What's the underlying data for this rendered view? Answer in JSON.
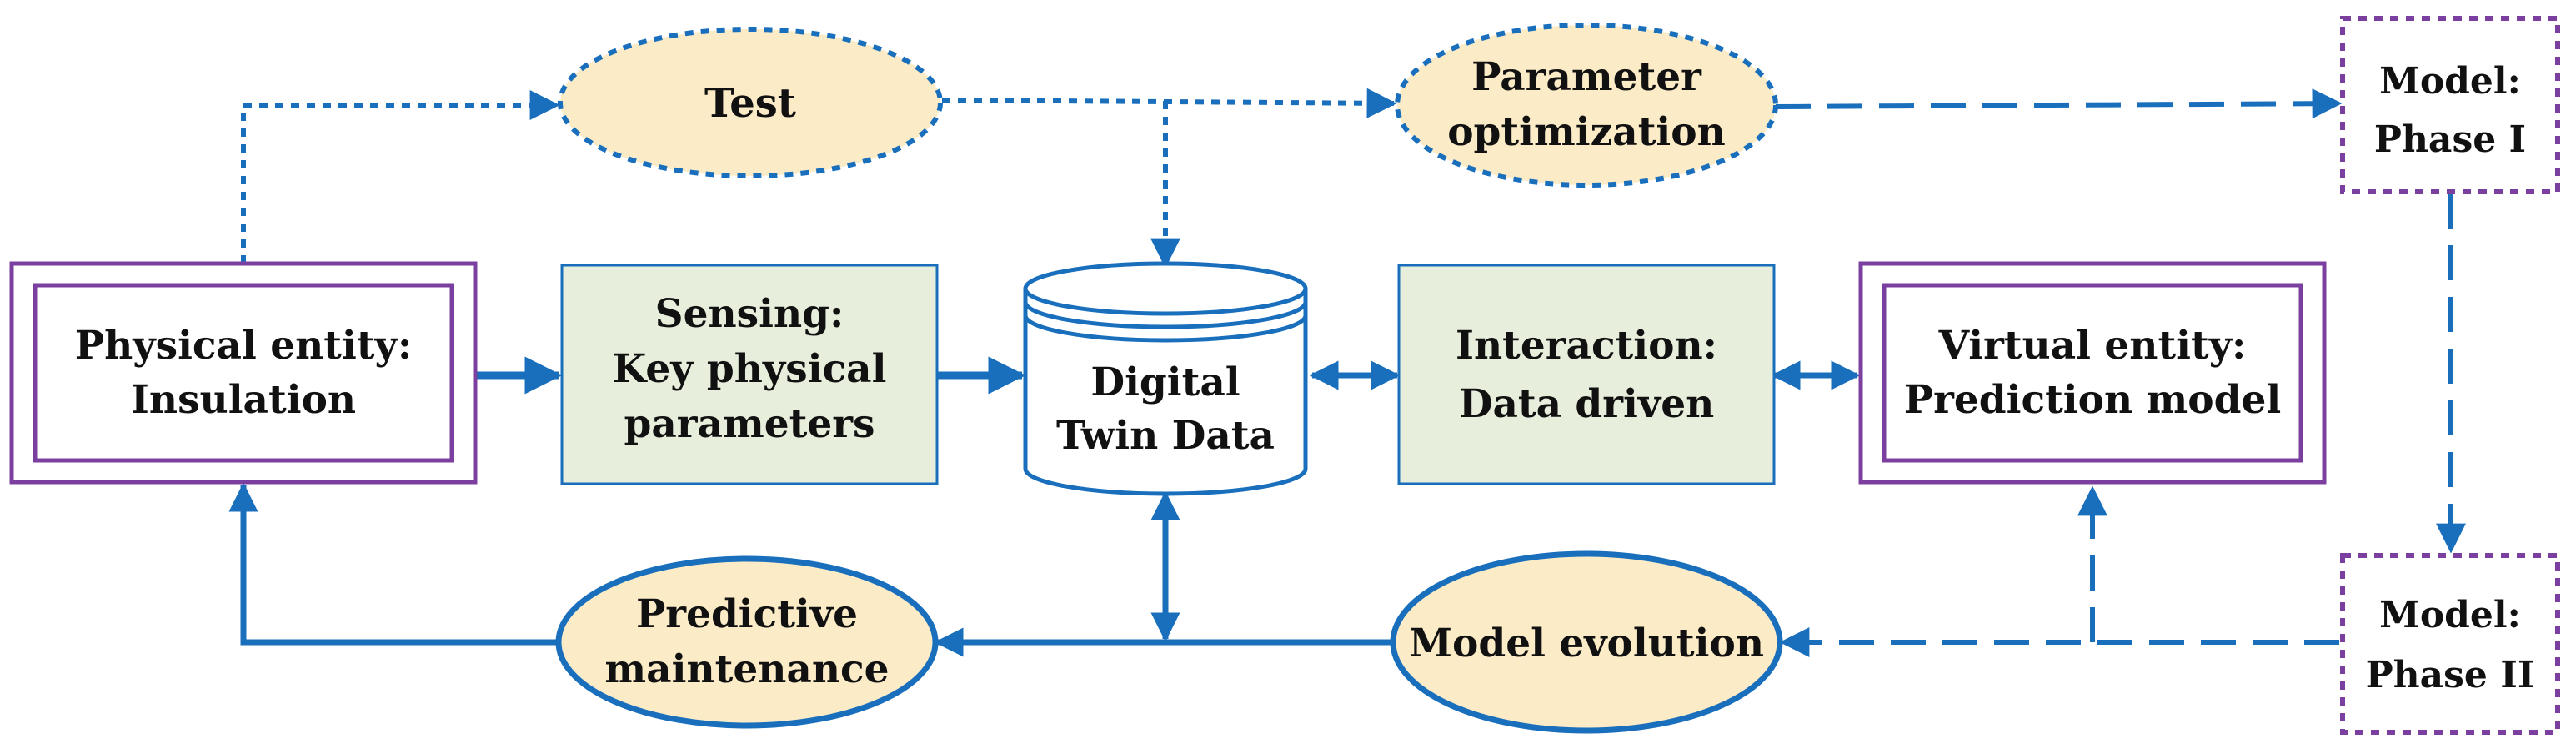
{
  "colors": {
    "blue": "#1a6fbd",
    "purple": "#7b3fa0",
    "green_fill": "#e7efdc",
    "ellipse_fill": "#fbebc7"
  },
  "nodes": {
    "physical_entity": {
      "line1": "Physical entity:",
      "line2": "Insulation"
    },
    "sensing": {
      "line1": "Sensing:",
      "line2": "Key physical",
      "line3": "parameters"
    },
    "digital_twin": {
      "line1": "Digital",
      "line2": "Twin Data"
    },
    "interaction": {
      "line1": "Interaction:",
      "line2": "Data driven"
    },
    "virtual_entity": {
      "line1": "Virtual entity:",
      "line2": "Prediction model"
    },
    "test": {
      "label": "Test"
    },
    "parameter_optimization": {
      "line1": "Parameter",
      "line2": "optimization"
    },
    "predictive_maintenance": {
      "line1": "Predictive",
      "line2": "maintenance"
    },
    "model_evolution": {
      "label": "Model evolution"
    },
    "model_phase1": {
      "line1": "Model:",
      "line2": "Phase I"
    },
    "model_phase2": {
      "line1": "Model:",
      "line2": "Phase II"
    }
  }
}
